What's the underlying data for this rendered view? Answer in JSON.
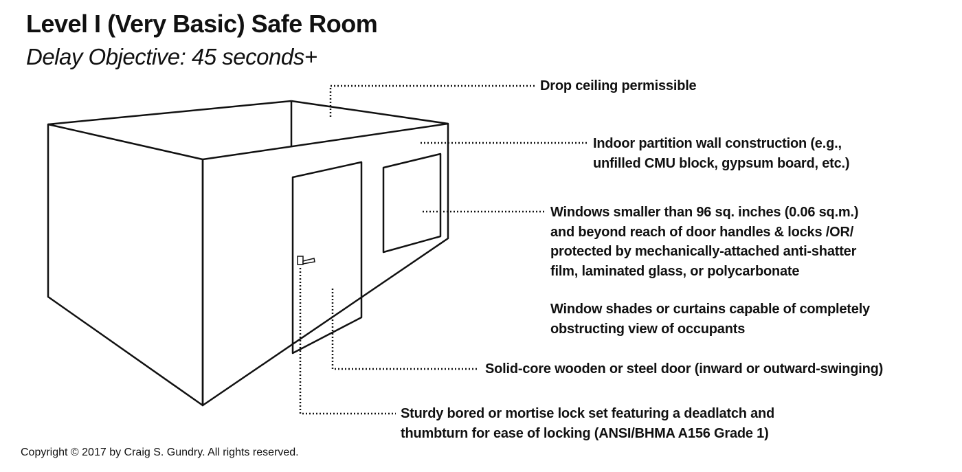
{
  "title": "Level I (Very Basic) Safe Room",
  "subtitle": "Delay Objective: 45 seconds+",
  "callouts": {
    "ceiling": "Drop ceiling permissible",
    "walls": [
      "Indoor partition wall construction (e.g.,",
      "unfilled CMU block, gypsum board, etc.)"
    ],
    "windows": [
      "Windows smaller than 96 sq. inches (0.06 sq.m.)",
      "and beyond reach of door handles & locks /OR/",
      "protected by mechanically-attached anti-shatter",
      "film, laminated glass, or polycarbonate"
    ],
    "shades": [
      "Window shades or curtains capable of completely",
      "obstructing view of occupants"
    ],
    "door": "Solid-core wooden or steel door (inward or outward-swinging)",
    "lock": [
      "Sturdy bored or mortise lock set featuring a deadlatch and",
      "thumbturn for ease of locking (ANSI/BHMA A156 Grade 1)"
    ]
  },
  "copyright": "Copyright © 2017 by Craig S. Gundry. All rights reserved."
}
